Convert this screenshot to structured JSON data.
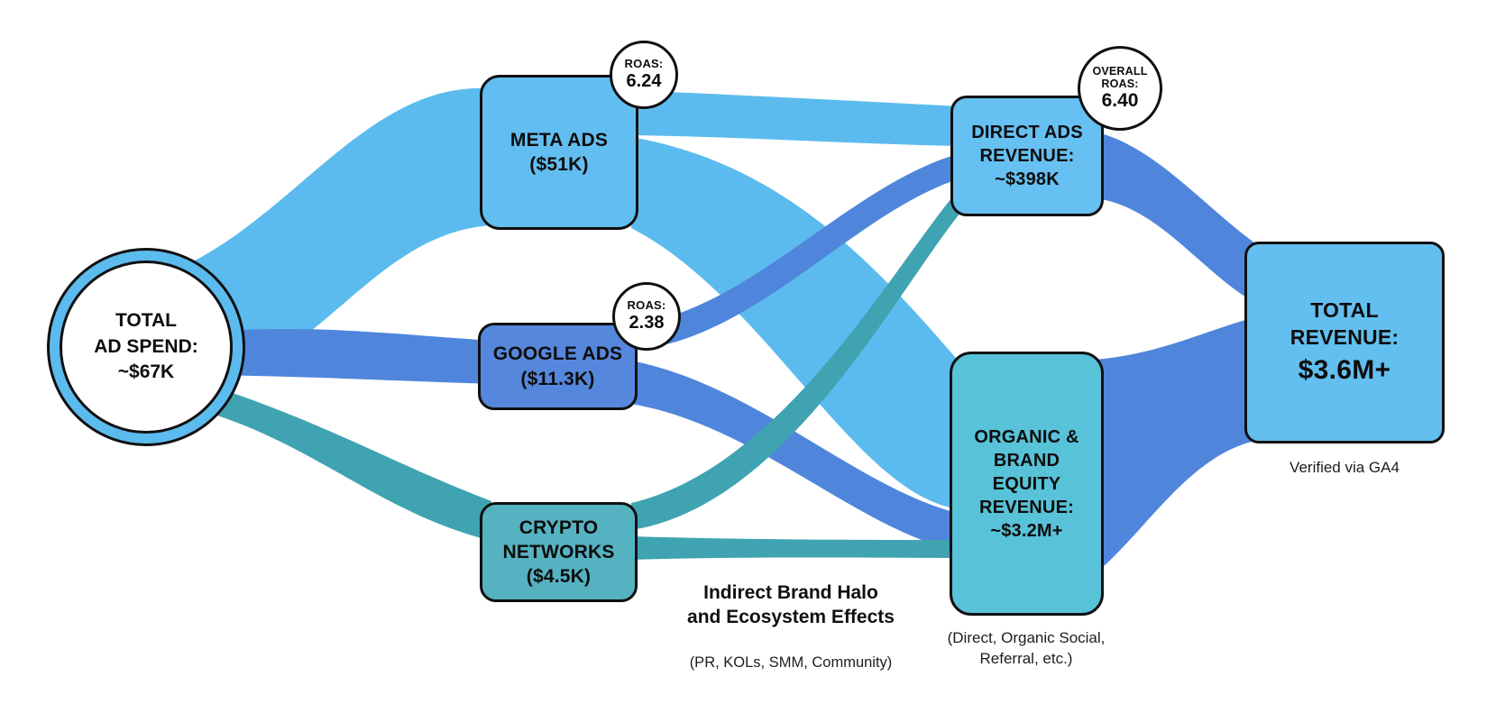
{
  "colors": {
    "light_blue": "#5cbbee",
    "blue": "#4f86dc",
    "teal": "#3fa3b1",
    "ring": "#5cbbee",
    "meta_box": "#62bef0",
    "google_box": "#5587dd",
    "crypto_box": "#55b2c1",
    "direct_box": "#66c0f1",
    "organic_box": "#58c2d8",
    "total_box": "#63bfef"
  },
  "nodes": {
    "ad_spend": {
      "label": "TOTAL\nAD SPEND:\n~$67K"
    },
    "meta": {
      "label": "META ADS\n($51K)",
      "badge_label": "ROAS:",
      "badge_value": "6.24"
    },
    "google": {
      "label": "GOOGLE ADS\n($11.3K)",
      "badge_label": "ROAS:",
      "badge_value": "2.38"
    },
    "crypto": {
      "label": "CRYPTO\nNETWORKS\n($4.5K)"
    },
    "direct": {
      "label": "DIRECT ADS\nREVENUE:\n~$398K",
      "badge_label": "OVERALL\nROAS:",
      "badge_value": "6.40"
    },
    "organic": {
      "label": "ORGANIC &\nBRAND\nEQUITY\nREVENUE:\n~$3.2M+",
      "caption": "(Direct, Organic Social,\nReferral, etc.)"
    },
    "total": {
      "label": "TOTAL\nREVENUE:",
      "value": "$3.6M+",
      "caption": "Verified via GA4"
    }
  },
  "notes": {
    "halo_bold": "Indirect Brand Halo\nand Ecosystem Effects",
    "halo_sub": "(PR, KOLs, SMM, Community)"
  },
  "flows": [
    {
      "from": "ad_spend",
      "to": "meta",
      "color": "light_blue"
    },
    {
      "from": "ad_spend",
      "to": "google",
      "color": "blue"
    },
    {
      "from": "ad_spend",
      "to": "crypto",
      "color": "teal"
    },
    {
      "from": "meta",
      "to": "direct",
      "color": "light_blue"
    },
    {
      "from": "meta",
      "to": "organic",
      "color": "light_blue"
    },
    {
      "from": "google",
      "to": "organic",
      "color": "blue"
    },
    {
      "from": "google",
      "to": "direct",
      "color": "blue"
    },
    {
      "from": "crypto",
      "to": "direct",
      "color": "teal"
    },
    {
      "from": "crypto",
      "to": "indirect_effects",
      "color": "teal"
    },
    {
      "from": "direct",
      "to": "total",
      "color": "blue"
    },
    {
      "from": "organic",
      "to": "total",
      "color": "blue"
    }
  ]
}
